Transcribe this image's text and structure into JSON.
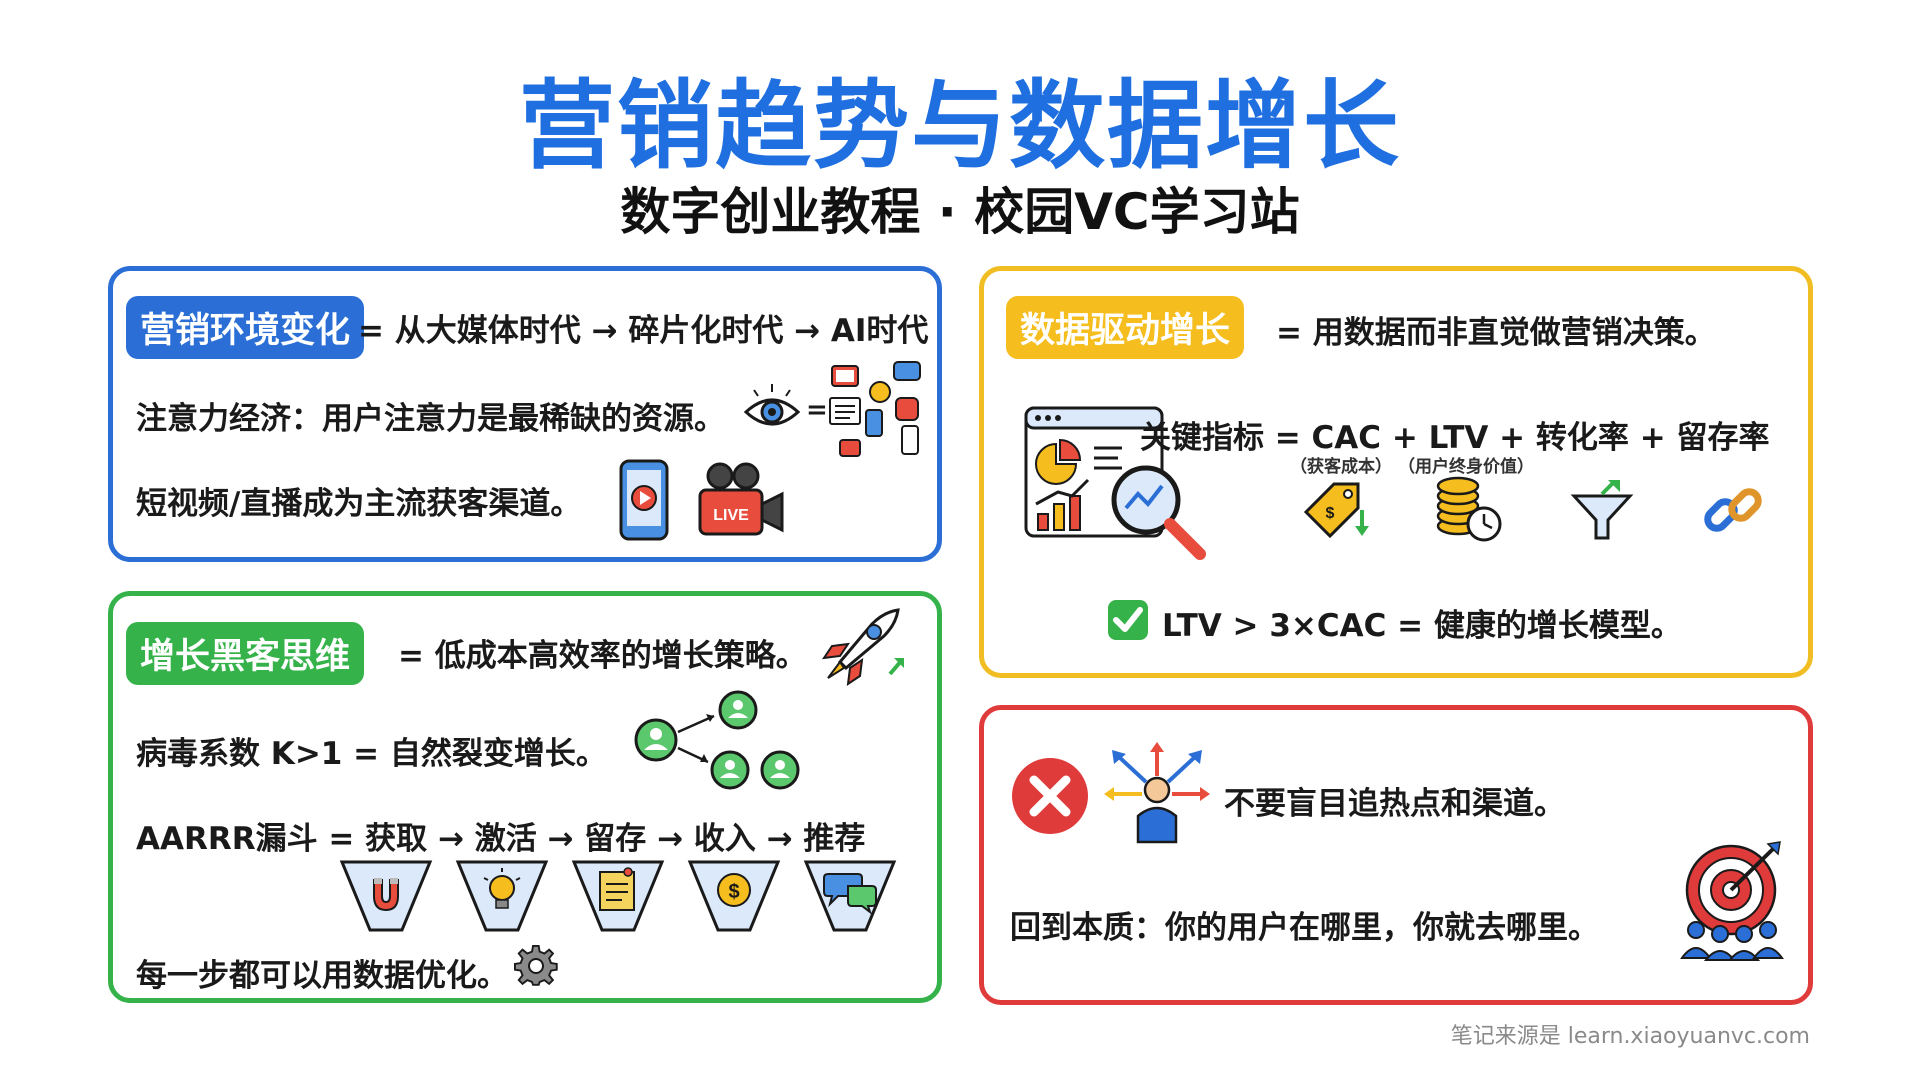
{
  "header": {
    "title": "营销趋势与数据增长",
    "subtitle": "数字创业教程 · 校园VC学习站"
  },
  "marketing_env": {
    "tag": "营销环境变化",
    "headline": "= 从大媒体时代 → 碎片化时代 → AI时代",
    "line1": "注意力经济：用户注意力是最稀缺的资源。",
    "equals": "=",
    "line2": "短视频/直播成为主流获客渠道。",
    "live_badge": "LIVE"
  },
  "growth_hacking": {
    "tag": "增长黑客思维",
    "headline": "= 低成本高效率的增长策略。",
    "viral": "病毒系数 K>1 = 自然裂变增长。",
    "funnel": "AARRR漏斗 = 获取 → 激活 → 留存 → 收入 → 推荐",
    "optimize": "每一步都可以用数据优化。",
    "funnel_icons": [
      "magnet-icon",
      "lightbulb-icon",
      "note-icon",
      "dollar-icon",
      "chat-icon"
    ]
  },
  "data_driven": {
    "tag": "数据驱动增长",
    "headline": "= 用数据而非直觉做营销决策。",
    "metrics": "关键指标 = CAC  +  LTV  + 转化率 + 留存率",
    "cac_note": "（获客成本）",
    "ltv_note": "（用户终身价值）",
    "rule": "LTV > 3×CAC = 健康的增长模型。"
  },
  "warning": {
    "line1": "不要盲目追热点和渠道。",
    "line2": "回到本质：你的用户在哪里，你就去哪里。"
  },
  "footer": {
    "source": "笔记来源是 learn.xiaoyuanvc.com"
  },
  "colors": {
    "blue": "#2b6fd6",
    "green": "#35b34a",
    "yellow": "#f0be22",
    "red": "#e03b3b",
    "title": "#1f6fe0"
  }
}
